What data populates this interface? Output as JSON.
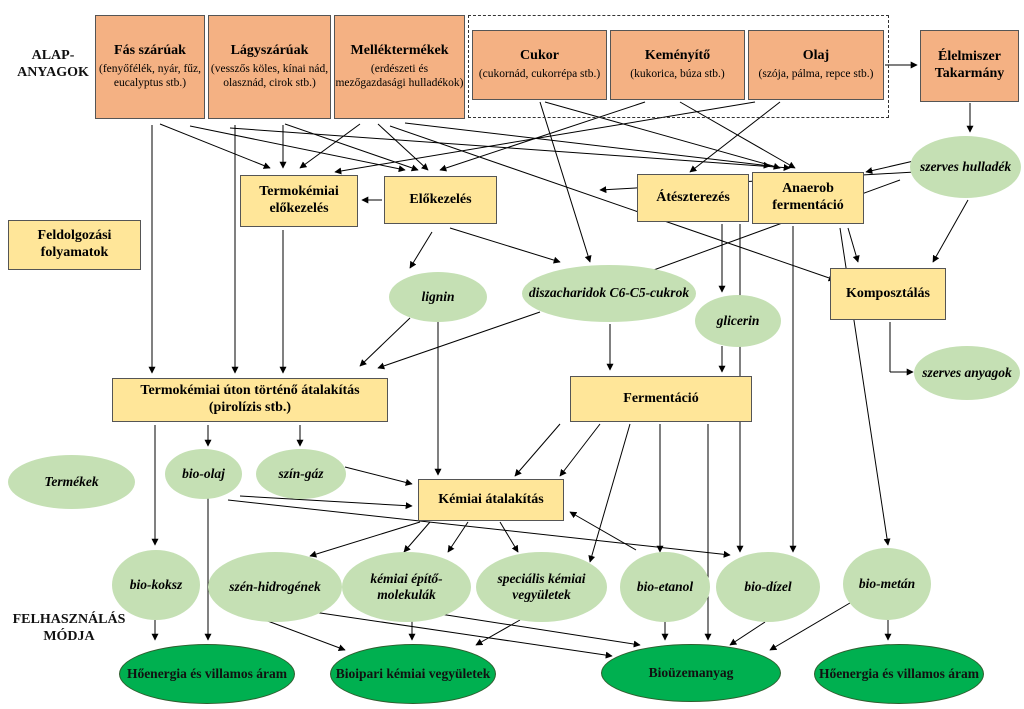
{
  "row_labels": {
    "raw_materials": [
      "ALAP-",
      "ANYAGOK"
    ],
    "usage": [
      "FELHASZNÁLÁS",
      "MÓDJA"
    ]
  },
  "sources": {
    "fas": {
      "title": "Fás szárúak",
      "sub": "(fenyőfélék, nyár, fűz, eucalyptus stb.)"
    },
    "lagy": {
      "title": "Lágyszárúak",
      "sub": "(vesszős köles, kínai nád, olasznád, cirok stb.)"
    },
    "mellek": {
      "title": "Melléktermékek",
      "sub": "(erdészeti és mezőgazdasági hulladékok)"
    },
    "cukor": {
      "title": "Cukor",
      "sub": "(cukornád, cukorrépa stb.)"
    },
    "kemenyito": {
      "title": "Keményítő",
      "sub": "(kukorica, búza stb.)"
    },
    "olaj": {
      "title": "Olaj",
      "sub": "(szója, pálma, repce stb.)"
    },
    "elelmiszer": {
      "title": "Élelmiszer Takarmány"
    }
  },
  "processes": {
    "legend": "Feldolgozási folyamatok",
    "termokemiai_elokezeles": "Termokémiai előkezelés",
    "elokezeles": "Előkezelés",
    "atészterezes": "Átészterezés",
    "anaerob": "Anaerob fermentáció",
    "komposztalas": "Komposztálás",
    "termokemiai_atalakitas": "Termokémiai úton történő átalakítás (pirolízis stb.)",
    "fermentacio": "Fermentáció",
    "kemiai_atalakitas": "Kémiai átalakítás"
  },
  "products": {
    "legend": "Termékek",
    "szerves_hulladek": "szerves hulladék",
    "lignin": "lignin",
    "diszacharidok": "diszacharidok C6-C5-cukrok",
    "glicerin": "glicerin",
    "szerves_anyagok": "szerves anyagok",
    "bioolaj": "bio-olaj",
    "szingaz": "szín-gáz",
    "biokoksz": "bio-koksz",
    "szenhidrogenek": "szén-hidrogének",
    "kemiai_epito": "kémiai építő-molekulák",
    "specialis": "speciális kémiai vegyületek",
    "bioetanol": "bio-etanol",
    "biodizel": "bio-dízel",
    "biometan": "bio-metán"
  },
  "uses": {
    "hoenergia1": "Hőenergia és villamos áram",
    "bioipari": "Bioipari kémiai vegyületek",
    "biouzemanyag": "Bioüzemanyag",
    "hoenergia2": "Hőenergia és villamos áram"
  },
  "colors": {
    "source_fill": "#f4b183",
    "process_fill": "#ffe699",
    "product_fill": "#c5e0b4",
    "use_fill": "#00b050"
  }
}
